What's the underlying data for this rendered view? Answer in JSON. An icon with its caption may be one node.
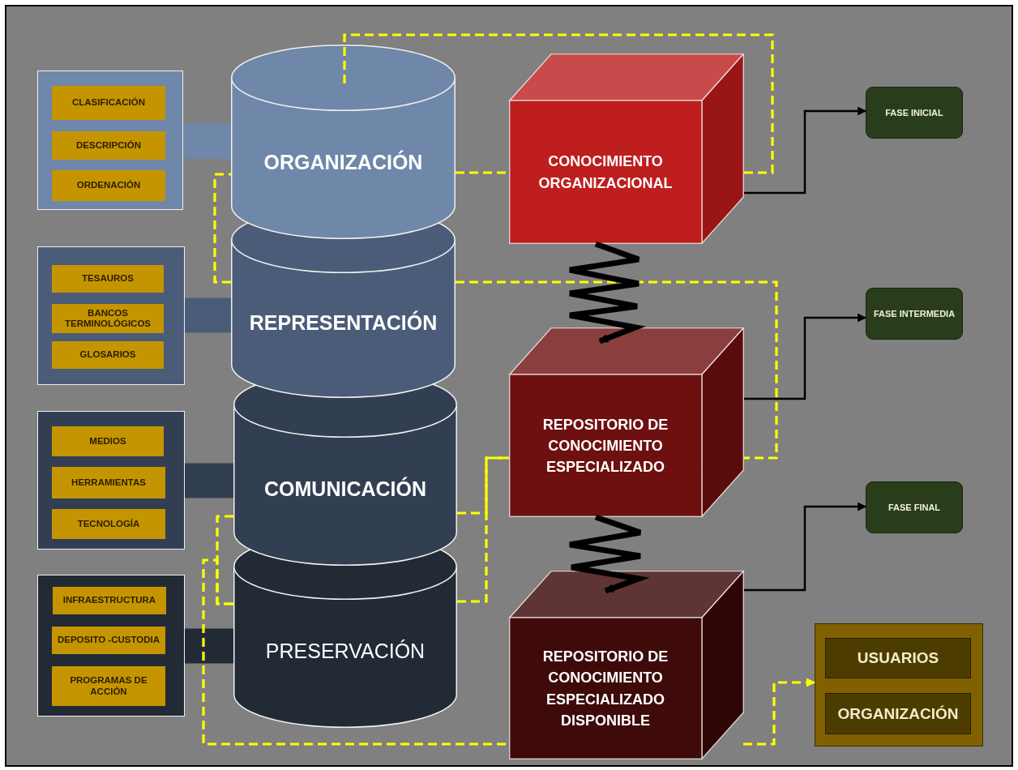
{
  "diagram": {
    "nodes": [
      {
        "text": [],
        "shape": "box"
      },
      {
        "text": [
          "CLASIFICACIÓN"
        ],
        "in": 0
      },
      {
        "text": [
          "DESCRIPCIÓN"
        ],
        "in": 0
      },
      {
        "text": [
          "ORDENACIÓN"
        ],
        "in": 0
      },
      {
        "text": [
          "ORGANIZACIÓN"
        ]
      },
      {
        "text": [],
        "shape": "box"
      },
      {
        "text": [
          "TESAUROS"
        ],
        "in": 5
      },
      {
        "text": [
          "BANCOS TERMINOLÓGICOS"
        ],
        "in": 5
      },
      {
        "text": [
          "GLOSARIOS"
        ],
        "in": 5
      },
      {
        "text": [
          "REPRESENTACIÓN"
        ]
      },
      {
        "text": [],
        "shape": "box"
      },
      {
        "text": [
          "MEDIOS"
        ],
        "in": 10
      },
      {
        "text": [
          "HERRAMIENTAS"
        ],
        "in": 10
      },
      {
        "text": [
          "TECNOLOGÍA"
        ],
        "in": 10
      },
      {
        "text": [
          "COMUNICACIÓN"
        ]
      },
      {
        "text": [],
        "shape": "box"
      },
      {
        "text": [
          "INFRAESTRUCTURA"
        ],
        "in": 15
      },
      {
        "text": [
          "DEPOSITO -CUSTODIA"
        ],
        "in": 15
      },
      {
        "text": [
          "PROGRAMAS DE ACCIÓN"
        ],
        "in": 15
      },
      {
        "text": [
          "PRESERVACIÓN"
        ]
      },
      {
        "text": [
          "CONOCIMIENTO ORGANIZACIONAL"
        ]
      },
      {
        "text": [
          "REPOSITORIO DE CONOCIMIENTO ESPECIALIZADO"
        ]
      },
      {
        "text": [
          "REPOSITORIO DE CONOCIMIENTO ESPECIALIZADO DISPONIBLE"
        ]
      },
      {
        "text": [
          "FASE INICIAL"
        ]
      },
      {
        "text": [
          "FASE INTERMEDIA"
        ]
      },
      {
        "text": [
          "FASE FINAL"
        ]
      },
      {
        "text": [],
        "shape": "box"
      },
      {
        "text": [
          "USUARIOS"
        ],
        "in": 26
      },
      {
        "text": [
          "ORGANIZACIÓN"
        ],
        "in": 26
      }
    ],
    "edges": [
      {
        "from": 0,
        "to": 4,
        "arrow": "none",
        "style": "thick",
        "color": "#6f87a8"
      },
      {
        "from": 5,
        "to": 9,
        "arrow": "none",
        "style": "thick",
        "color": "#4a5c78"
      },
      {
        "from": 10,
        "to": 14,
        "arrow": "none",
        "style": "thick",
        "color": "#323f52"
      },
      {
        "from": 15,
        "to": 19,
        "arrow": "none",
        "style": "thick",
        "color": "#222a36"
      },
      {
        "from": 4,
        "to": 20,
        "arrow": "none",
        "style": "dashed"
      },
      {
        "from": 4,
        "to": 20,
        "arrow": "none",
        "style": "dashed"
      },
      {
        "from": 9,
        "to": 4,
        "arrow": "none",
        "style": "dashed"
      },
      {
        "from": 9,
        "to": 21,
        "arrow": "none",
        "style": "dashed"
      },
      {
        "from": 14,
        "to": 21,
        "arrow": "none",
        "style": "dashed"
      },
      {
        "from": 19,
        "to": 21,
        "arrow": "none",
        "style": "dashed"
      },
      {
        "from": 14,
        "to": 19,
        "arrow": "none",
        "style": "dashed"
      },
      {
        "from": 19,
        "to": 22,
        "arrow": "none",
        "style": "dashed"
      },
      {
        "from": 22,
        "to": 26,
        "arrow": "to",
        "style": "dashed"
      },
      {
        "from": 20,
        "to": 23,
        "arrow": "to",
        "color": "#000000"
      },
      {
        "from": 21,
        "to": 24,
        "arrow": "to",
        "color": "#000000"
      },
      {
        "from": 22,
        "to": 25,
        "arrow": "to",
        "color": "#000000"
      },
      {
        "from": 20,
        "to": 21,
        "arrow": "to",
        "style": "thick",
        "color": "#000000"
      },
      {
        "from": 21,
        "to": 22,
        "arrow": "to",
        "style": "thick",
        "color": "#000000"
      }
    ]
  }
}
